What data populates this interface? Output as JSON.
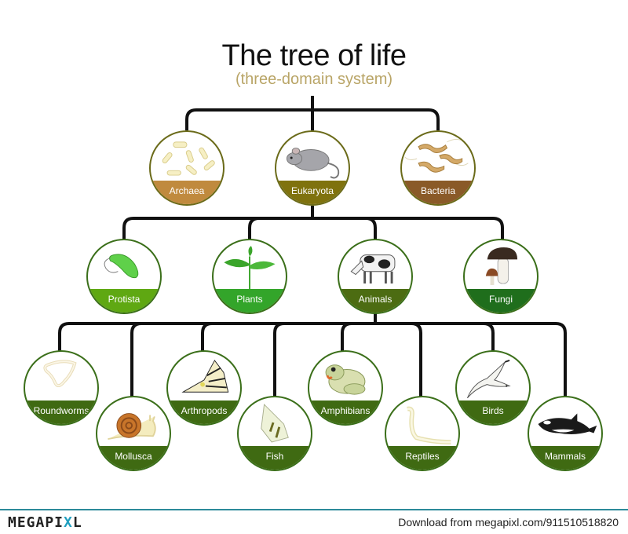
{
  "header": {
    "title": "The tree of life",
    "subtitle": "(three-domain system)"
  },
  "domains": [
    {
      "label": "Archaea",
      "color": "#c08a3e",
      "border": "#6b6b1a"
    },
    {
      "label": "Eukaryota",
      "color": "#7f720e",
      "border": "#6b6b1a"
    },
    {
      "label": "Bacteria",
      "color": "#8a5a28",
      "border": "#6b6b1a"
    }
  ],
  "kingdoms": [
    {
      "label": "Protista",
      "color": "#5fa812"
    },
    {
      "label": "Plants",
      "color": "#33a52a"
    },
    {
      "label": "Animals",
      "color": "#4c6c12"
    },
    {
      "label": "Fungi",
      "color": "#1f6e1c"
    }
  ],
  "animal_groups": [
    {
      "label": "Roundworms"
    },
    {
      "label": "Mollusca"
    },
    {
      "label": "Arthropods"
    },
    {
      "label": "Fish"
    },
    {
      "label": "Amphibians"
    },
    {
      "label": "Reptiles"
    },
    {
      "label": "Birds"
    },
    {
      "label": "Mammals"
    }
  ],
  "animal_group_color": "#3f6a12",
  "footer": {
    "logo_main": "MEGAPI",
    "logo_x": "X",
    "logo_end": "L",
    "download_text": "Download from megapixl.com/911510518820"
  }
}
